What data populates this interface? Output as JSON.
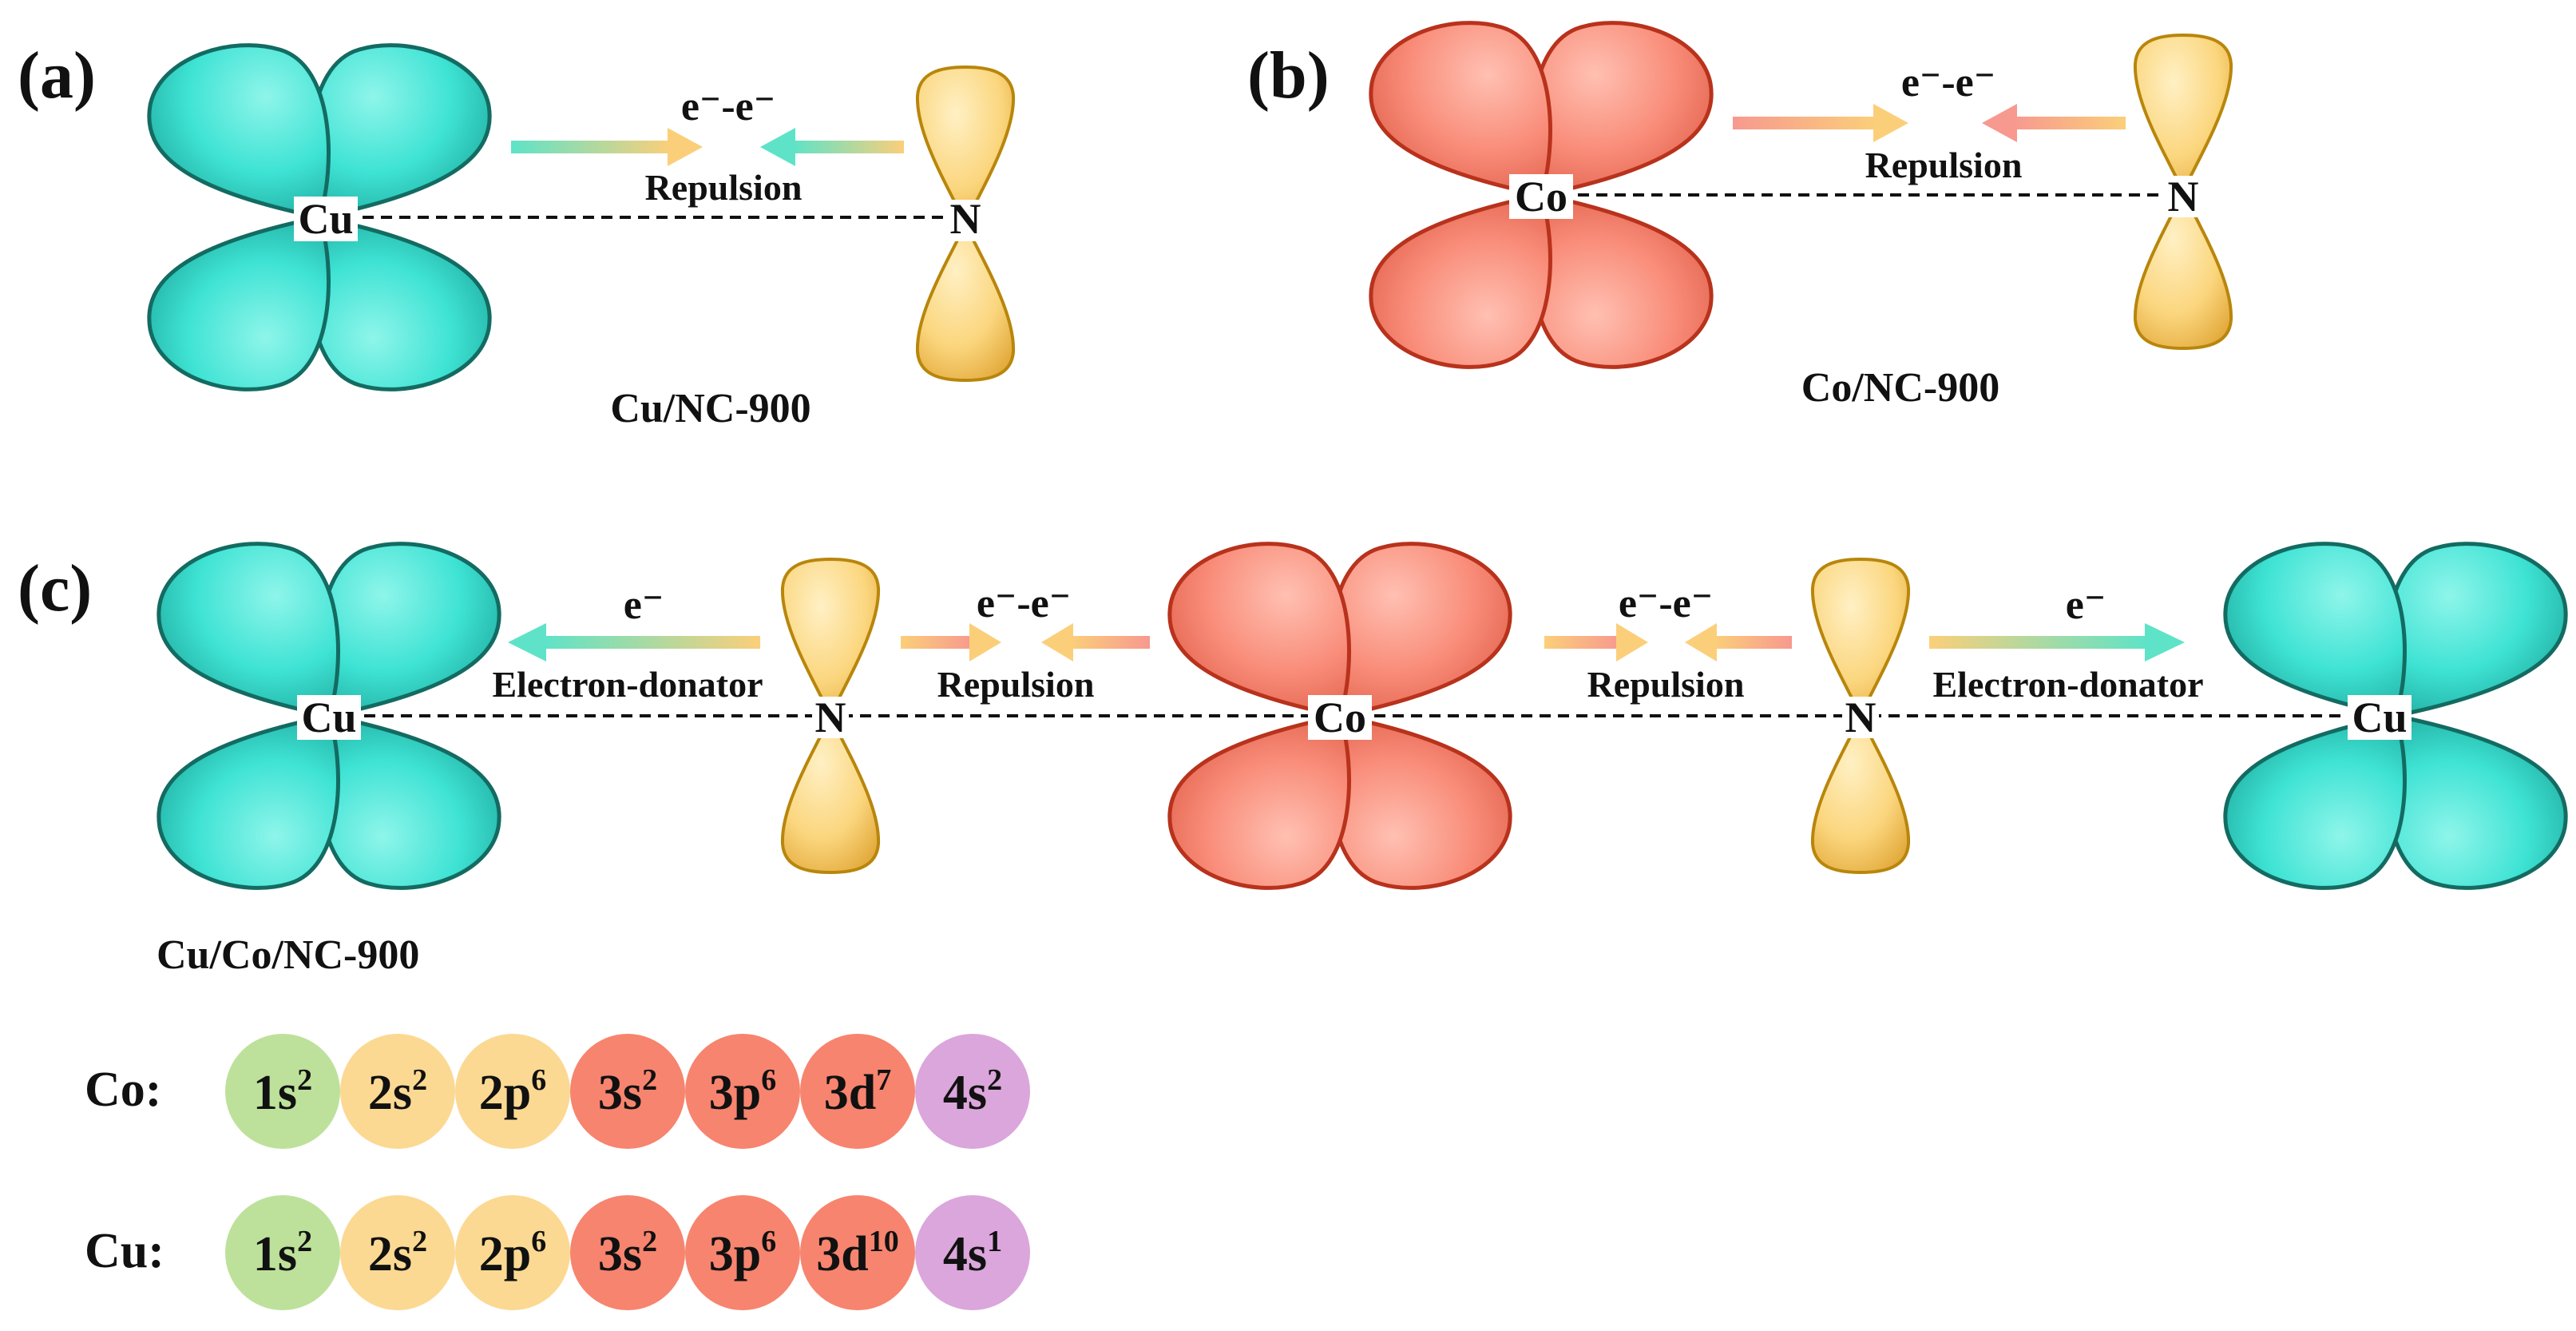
{
  "figure": {
    "panel_a": "(a)",
    "panel_b": "(b)",
    "panel_c": "(c)",
    "caption_a": "Cu/NC-900",
    "caption_b": "Co/NC-900",
    "caption_c": "Cu/Co/NC-900",
    "labels": {
      "cu": "Cu",
      "co": "Co",
      "n": "N",
      "ee": "e⁻-e⁻",
      "e": "e⁻",
      "repulsion": "Repulsion",
      "donator": "Electron-donator"
    },
    "config": {
      "co_label": "Co:",
      "cu_label": "Cu:",
      "co_orbitals": [
        {
          "orb": "1s",
          "sup": "2",
          "color": "#bde19a"
        },
        {
          "orb": "2s",
          "sup": "2",
          "color": "#fbd992"
        },
        {
          "orb": "2p",
          "sup": "6",
          "color": "#fbd992"
        },
        {
          "orb": "3s",
          "sup": "2",
          "color": "#f7846e"
        },
        {
          "orb": "3p",
          "sup": "6",
          "color": "#f7846e"
        },
        {
          "orb": "3d",
          "sup": "7",
          "color": "#f7846e"
        },
        {
          "orb": "4s",
          "sup": "2",
          "color": "#dba6dc"
        }
      ],
      "cu_orbitals": [
        {
          "orb": "1s",
          "sup": "2",
          "color": "#bde19a"
        },
        {
          "orb": "2s",
          "sup": "2",
          "color": "#fbd992"
        },
        {
          "orb": "2p",
          "sup": "6",
          "color": "#fbd992"
        },
        {
          "orb": "3s",
          "sup": "2",
          "color": "#f7846e"
        },
        {
          "orb": "3p",
          "sup": "6",
          "color": "#f7846e"
        },
        {
          "orb": "3d",
          "sup": "10",
          "color": "#f7846e"
        },
        {
          "orb": "4s",
          "sup": "1",
          "color": "#dba6dc"
        }
      ]
    },
    "colors": {
      "cu": "#3ee3d4",
      "cu_edge": "#136b62",
      "co": "#f98d7a",
      "co_edge": "#b8321c",
      "n": "#fbd67e",
      "n_edge": "#b8860b",
      "arrow_teal": "#5ee3c8",
      "arrow_yellow": "#fbcf7a",
      "arrow_pink": "#f7998f"
    }
  }
}
